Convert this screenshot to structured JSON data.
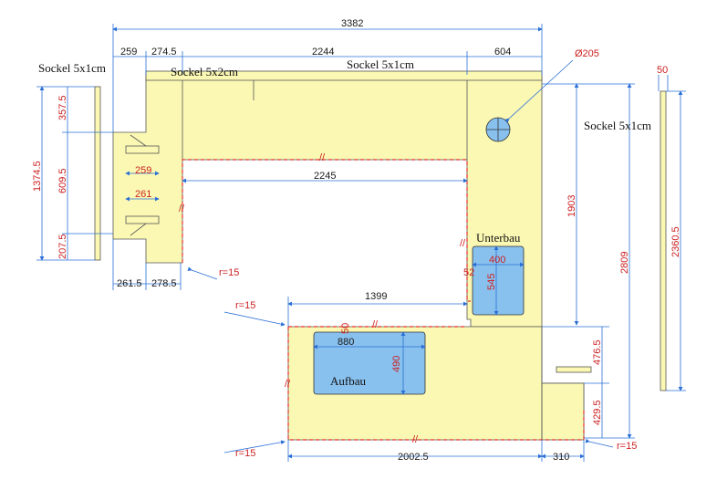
{
  "labels": {
    "sockel_left": "Sockel 5x1cm",
    "sockel_top_left": "Sockel 5x2cm",
    "sockel_top": "Sockel 5x1cm",
    "sockel_right": "Sockel 5x1cm",
    "unterbau": "Unterbau",
    "aufbau": "Aufbau"
  },
  "dims": {
    "total_width": "3382",
    "seg_259": "259",
    "seg_274_5": "274.5",
    "seg_2244": "2244",
    "seg_604": "604",
    "diameter": "Ø205",
    "left_357_5": "357.5",
    "left_609_5": "609.5",
    "left_207_5": "207.5",
    "left_1374_5": "1374.5",
    "inner_259": "259",
    "inner_261": "261",
    "bottom_261_5": "261.5",
    "bottom_278_5": "278.5",
    "r15_a": "r=15",
    "inner_2245": "2245",
    "right_1903": "1903",
    "right_2809": "2809",
    "far_50": "50",
    "far_2360_5": "2360.5",
    "unterbau_400": "400",
    "unterbau_545": "545",
    "unterbau_52": "52",
    "r15_b": "r=15",
    "inner_1399": "1399",
    "aufbau_50": "50",
    "aufbau_880": "880",
    "aufbau_490": "490",
    "right_476_5": "476.5",
    "right_429_5": "429.5",
    "r15_c": "r=15",
    "r15_d": "r=15",
    "bottom_2002_5": "2002.5",
    "bottom_310": "310",
    "hash": "//"
  }
}
